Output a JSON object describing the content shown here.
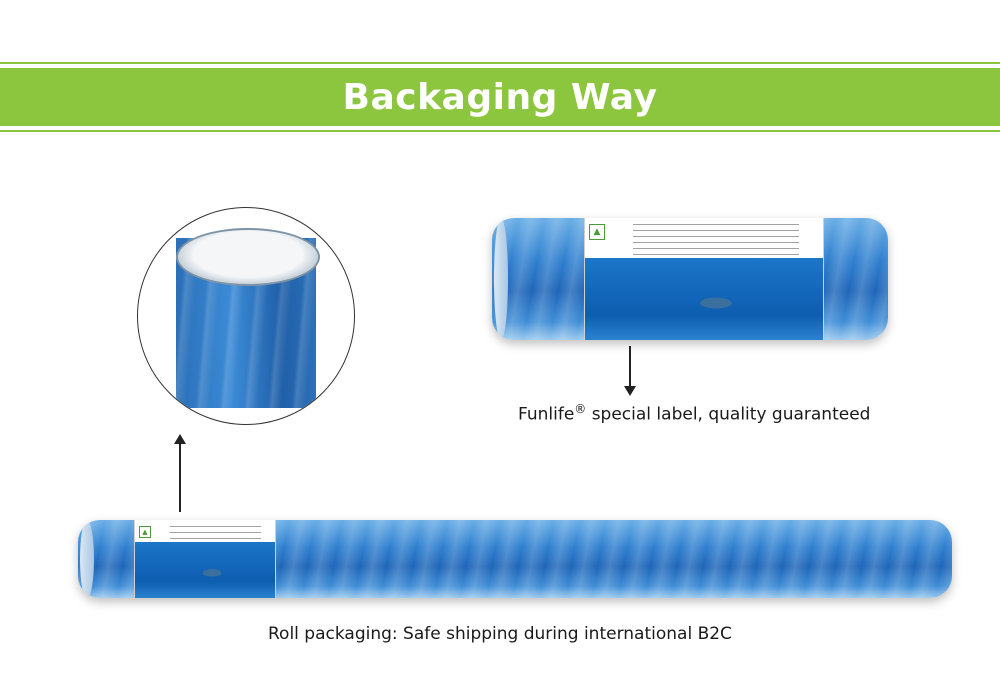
{
  "banner": {
    "title": "Backaging Way"
  },
  "captions": {
    "label_caption_brand": "Funlife",
    "label_caption_reg": "®",
    "label_caption_rest": " special label, quality guaranteed",
    "roll_caption": "Roll packaging: Safe shipping during international B2C"
  },
  "colors": {
    "banner": "#8cc63f",
    "roll_blue": "#2f7fcf"
  },
  "icons": [
    "arrow-up-icon",
    "arrow-down-icon",
    "brand-logo-icon"
  ]
}
